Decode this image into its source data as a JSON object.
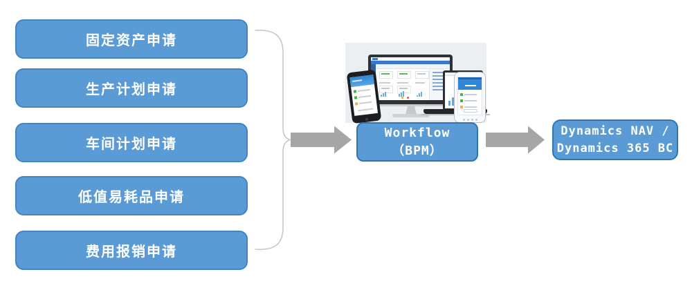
{
  "flow": {
    "requests": [
      {
        "label": "固定资产申请"
      },
      {
        "label": "生产计划申请"
      },
      {
        "label": "车间计划申请"
      },
      {
        "label": "低值易耗品申请"
      },
      {
        "label": "费用报销申请"
      }
    ],
    "workflow_box": {
      "line1": "Workflow",
      "line2": "（BPM）"
    },
    "target_box": {
      "line1": "Dynamics NAV /",
      "line2": "Dynamics 365 BC"
    },
    "illustration": "multi-device-dashboard-collage"
  },
  "colors": {
    "box_fill": "#5b9bd5",
    "box_border_light": "#4183c4",
    "box_border_dark": "#2e75b6",
    "box_text": "#ffffff",
    "arrow": "#a6a6a6",
    "brace_line": "#c5c7c9",
    "illustration_backdrop": "#eceff1"
  }
}
